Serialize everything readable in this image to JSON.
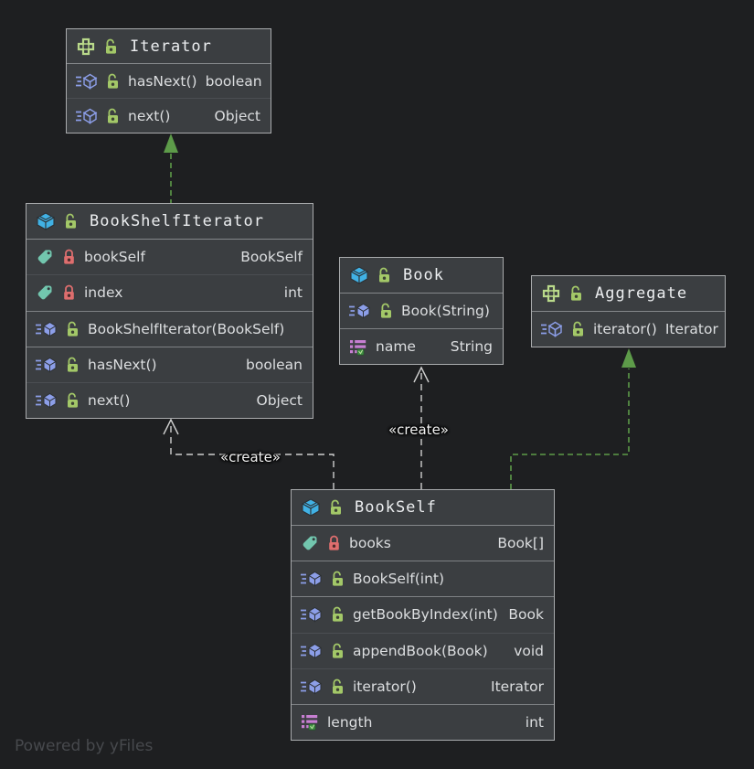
{
  "diagram": {
    "watermark": "Powered by yFiles",
    "colors": {
      "background": "#1e1f21",
      "node_fill": "#3b3e41",
      "node_border": "#a9abad",
      "realization_green": "#5d9b49",
      "create_gray": "#cfcfcf",
      "class_icon_blue": "#41b1e4",
      "method_icon_periwinkle": "#8c9ee8",
      "field_icon_teal": "#72c6ae",
      "interface_icon_green": "#b9d98a",
      "public_lock_green": "#a3c868",
      "private_lock_red": "#de6e6e",
      "property_icon_orchid": "#c77fd2"
    }
  },
  "edges": {
    "create_label_book": "«create»",
    "create_label_iterator": "«create»"
  },
  "classes": {
    "iterator": {
      "title": "Iterator",
      "members": [
        {
          "name": "hasNext()",
          "type": "boolean"
        },
        {
          "name": "next()",
          "type": "Object"
        }
      ]
    },
    "book_shelf_iterator": {
      "title": "BookShelfIterator",
      "members": [
        {
          "name": "bookSelf",
          "type": "BookSelf"
        },
        {
          "name": "index",
          "type": "int"
        },
        {
          "name": "BookShelfIterator(BookSelf)",
          "type": ""
        },
        {
          "name": "hasNext()",
          "type": "boolean"
        },
        {
          "name": "next()",
          "type": "Object"
        }
      ]
    },
    "book": {
      "title": "Book",
      "members": [
        {
          "name": "Book(String)",
          "type": ""
        },
        {
          "name": "name",
          "type": "String"
        }
      ]
    },
    "aggregate": {
      "title": "Aggregate",
      "members": [
        {
          "name": "iterator()",
          "type": "Iterator"
        }
      ]
    },
    "book_self": {
      "title": "BookSelf",
      "members": [
        {
          "name": "books",
          "type": "Book[]"
        },
        {
          "name": "BookSelf(int)",
          "type": ""
        },
        {
          "name": "getBookByIndex(int)",
          "type": "Book"
        },
        {
          "name": "appendBook(Book)",
          "type": "void"
        },
        {
          "name": "iterator()",
          "type": "Iterator"
        },
        {
          "name": "length",
          "type": "int"
        }
      ]
    }
  }
}
